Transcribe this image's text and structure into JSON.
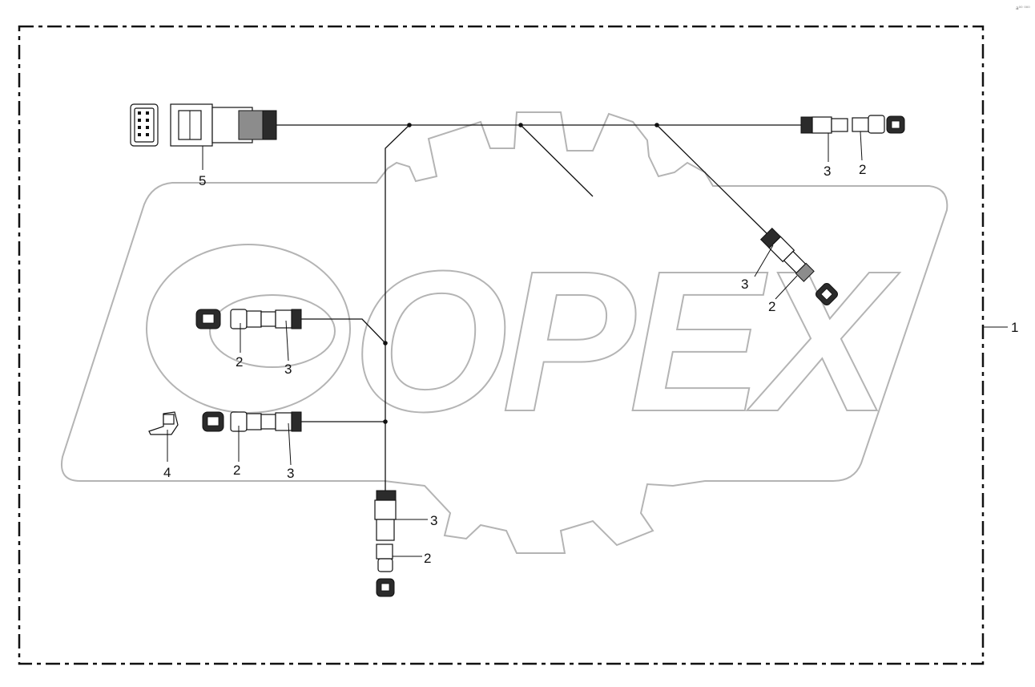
{
  "corner_mark": "a⁰⁰ ⁰⁰⁰",
  "watermark_text": "OPEX",
  "callouts": {
    "assembly": "1",
    "plug": "2",
    "socket": "3",
    "clip": "4",
    "main_connector": "5"
  }
}
